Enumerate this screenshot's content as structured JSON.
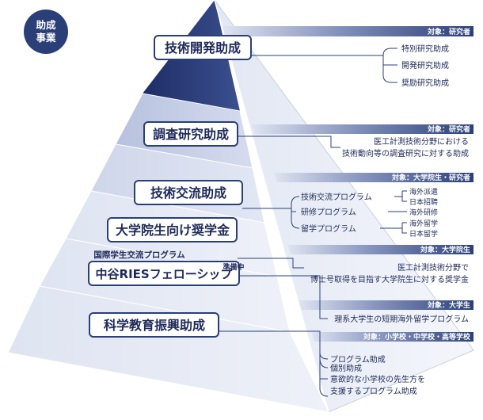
{
  "badge": {
    "line1": "助成",
    "line2": "事業"
  },
  "colors": {
    "tier_dark": "#2b3b7a",
    "tier_mid": "#c7cfe6",
    "tier_light": "#e6ebf6",
    "side_face": "#e9edf6",
    "bar_dark": "#2a3f78",
    "bar_fade": "#dfe4f1",
    "text_dark": "#1e2a5a",
    "white": "#ffffff"
  },
  "tiers": [
    {
      "title": "技術開発助成",
      "audience": "対象：研究者",
      "items": [
        {
          "text": "特別研究助成"
        },
        {
          "text": "開発研究助成"
        },
        {
          "text": "奨励研究助成"
        }
      ]
    },
    {
      "title": "調査研究助成",
      "audience": "対象：研究者",
      "description": [
        "医工計測技術分野における",
        "技術動向等の調査研究に対する助成"
      ]
    },
    {
      "title": "技術交流助成",
      "audience": "対象：大学院生・研究者",
      "programs": [
        {
          "name": "技術交流プログラム",
          "targets": [
            "海外派遣",
            "日本招聘"
          ]
        },
        {
          "name": "研修プログラム",
          "targets": [
            "海外研修"
          ]
        },
        {
          "name": "留学プログラム",
          "targets": [
            "海外留学",
            "日本留学"
          ]
        }
      ]
    },
    {
      "title": "大学院生向け奨学金",
      "tag": "準備中",
      "audience": "対象：大学院生",
      "description": [
        "医工計測技術分野で",
        "博士号取得を目指す大学院生に対する奨学金"
      ]
    },
    {
      "title": "中谷RIESフェローシップ",
      "subtitle": "国際学生交流プログラム",
      "audience": "対象：大学生",
      "description": [
        "理系大学生の短期海外留学プログラム"
      ]
    },
    {
      "title": "科学教育振興助成",
      "audience": "対象：小学校・中学校・高等学校",
      "items": [
        {
          "text": "プログラム助成"
        },
        {
          "text": "個別助成"
        },
        {
          "text": "意欲的な小学校の先生方を"
        },
        {
          "text": "支援するプログラム助成"
        }
      ]
    }
  ]
}
